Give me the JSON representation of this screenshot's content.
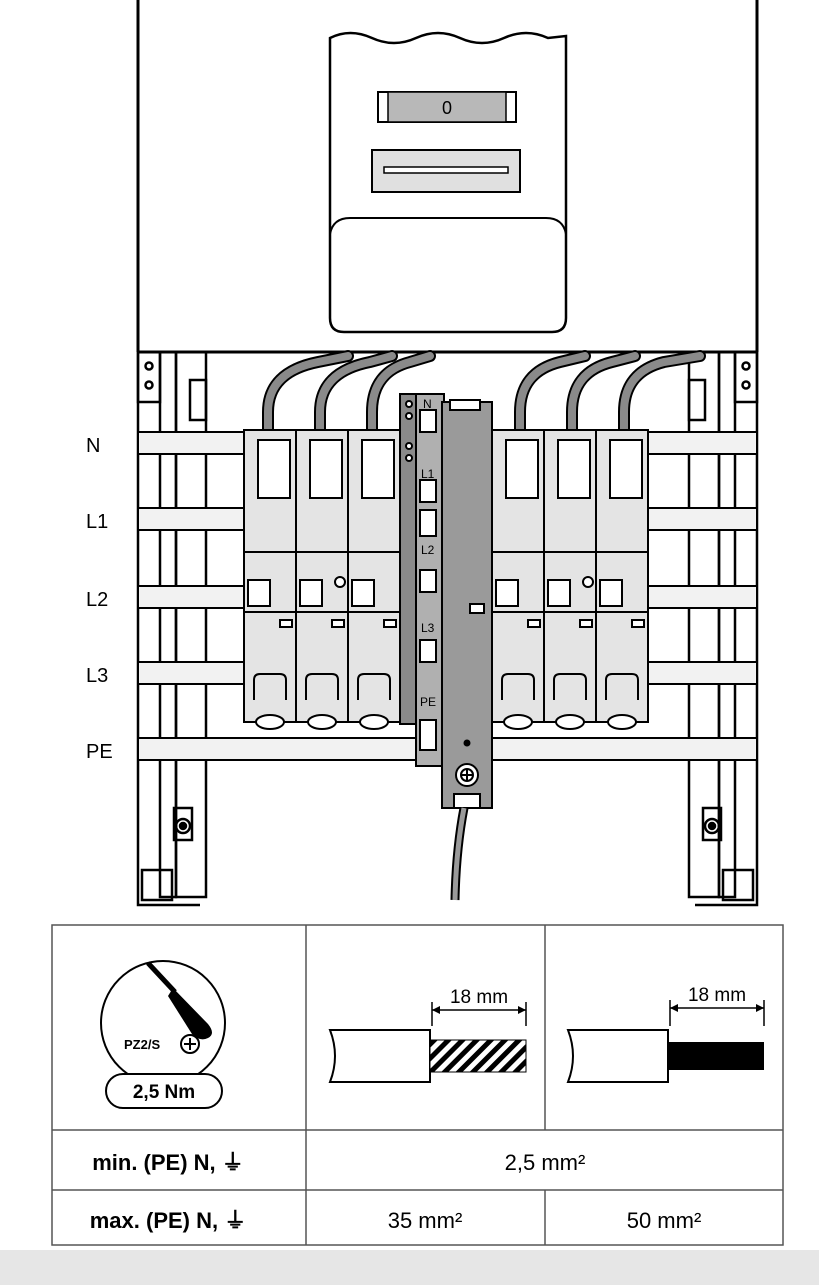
{
  "meter": {
    "display_value": "0"
  },
  "busbar_labels": [
    "N",
    "L1",
    "L2",
    "L3",
    "PE"
  ],
  "terminal_block": {
    "labels": [
      "N",
      "L1",
      "L2",
      "L3",
      "PE"
    ]
  },
  "tool": {
    "screwdriver_type": "PZ2/S",
    "torque": "2,5 Nm"
  },
  "strip_length": {
    "left": "18 mm",
    "right": "18 mm"
  },
  "table": {
    "rows": [
      {
        "label": "min. (PE) N, ⏚",
        "values": [
          "2,5 mm²"
        ]
      },
      {
        "label": "max. (PE) N, ⏚",
        "values": [
          "35 mm²",
          "50 mm²"
        ]
      }
    ]
  },
  "colors": {
    "line": "#000000",
    "module_fill": "#e4e4e4",
    "terminal_fill": "#9a9a9a",
    "cable": "#8a8a8a"
  }
}
